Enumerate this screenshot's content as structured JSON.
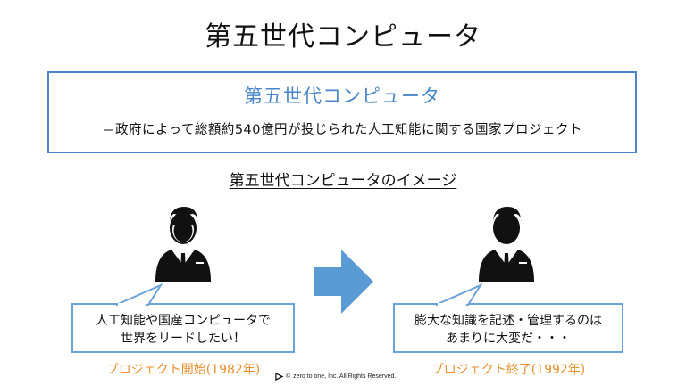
{
  "title": "第五世代コンピュータ",
  "definition": {
    "heading": "第五世代コンピュータ",
    "text": "＝政府によって総額約540億円が投じられた人工知能に関する国家プロジェクト"
  },
  "image_title": "第五世代コンピュータのイメージ",
  "left": {
    "speech_line1": "人工知能や国産コンピュータで",
    "speech_line2": "世界をリードしたい！",
    "caption": "プロジェクト開始(1982年)"
  },
  "right": {
    "speech_line1": "膨大な知識を記述・管理するのは",
    "speech_line2": "あまりに大変だ・・・",
    "caption": "プロジェクト終了(1992年)"
  },
  "copyright": "zero to one, Inc. All Rights Reserved.",
  "colors": {
    "accent_blue": "#4a86c8",
    "bubble_border": "#6aa3d8",
    "arrow": "#5b9bd5",
    "caption_orange": "#e8912e"
  },
  "icons": {
    "person": "businessman-icon",
    "arrow": "right-arrow-icon",
    "logo": "play-logo-icon"
  }
}
